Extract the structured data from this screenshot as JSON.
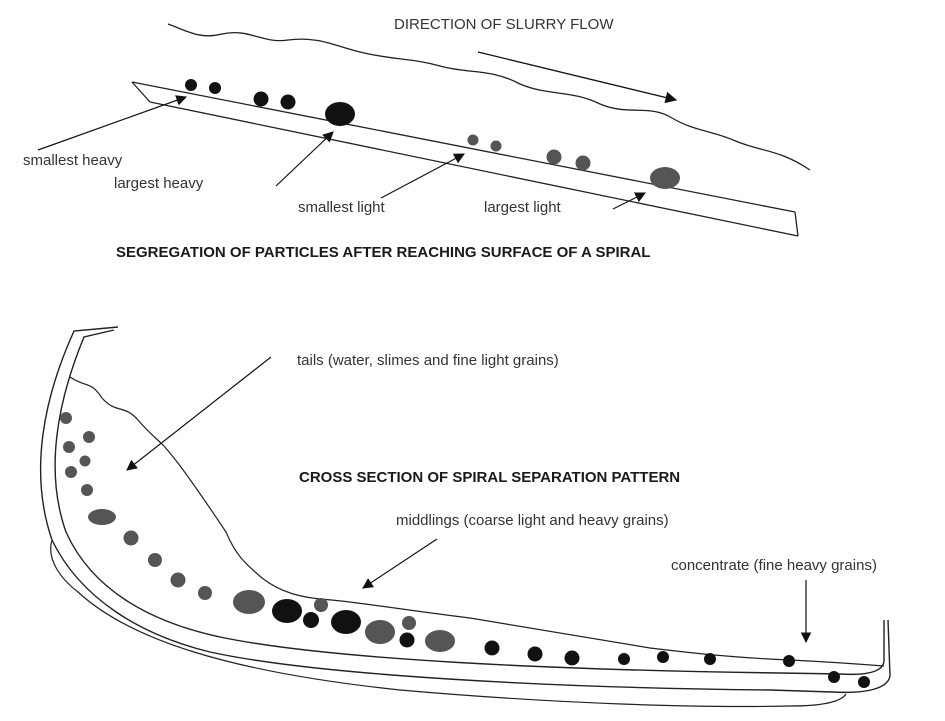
{
  "top_diagram": {
    "flow_label": "DIRECTION OF SLURRY FLOW",
    "labels": {
      "smallest_heavy": "smallest heavy",
      "largest_heavy": "largest heavy",
      "smallest_light": "smallest light",
      "largest_light": "largest light"
    },
    "title": "SEGREGATION OF PARTICLES AFTER REACHING SURFACE OF A SPIRAL"
  },
  "bottom_diagram": {
    "title": "CROSS SECTION OF SPIRAL SEPARATION PATTERN",
    "labels": {
      "tails": "tails (water, slimes and fine light grains)",
      "middlings": "middlings (coarse light and heavy grains)",
      "concentrate": "concentrate (fine heavy grains)"
    }
  },
  "colors": {
    "heavy_particle": "#111111",
    "light_particle": "#555555",
    "outline": "#1a1a1a"
  }
}
